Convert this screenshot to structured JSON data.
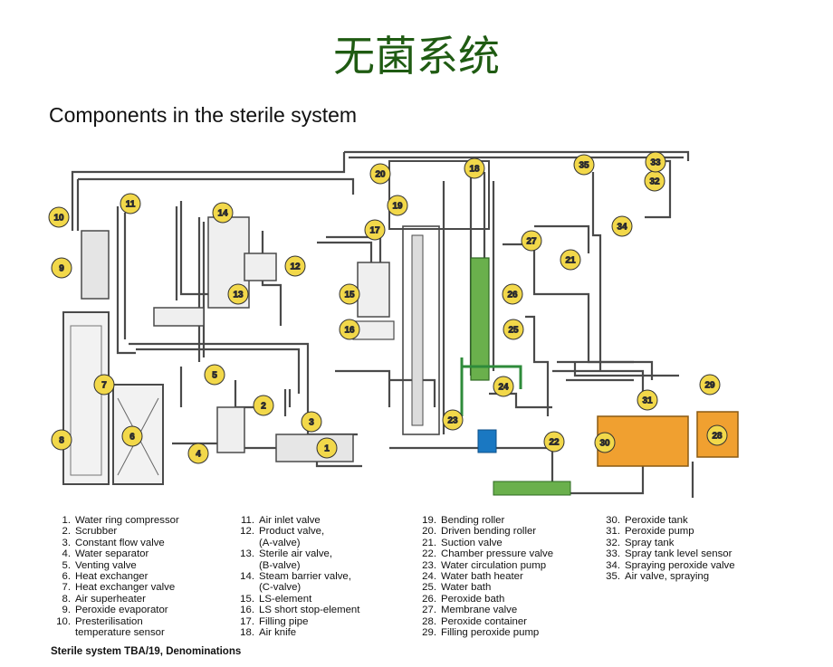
{
  "slide_title": "无菌系统",
  "subtitle": "Components in the sterile system",
  "caption": "Sterile system TBA/19, Denominations",
  "colors": {
    "badge_fill": "#f2d84a",
    "pipe": "#4a4a4a",
    "peroxide_bath": "#6ab04c",
    "peroxide_tank": "#f0a030",
    "water_bath": "#2e8b3a"
  },
  "components": [
    {
      "num": "1.",
      "lines": [
        "Water ring compressor"
      ]
    },
    {
      "num": "2.",
      "lines": [
        "Scrubber"
      ]
    },
    {
      "num": "3.",
      "lines": [
        "Constant flow valve"
      ]
    },
    {
      "num": "4.",
      "lines": [
        "Water separator"
      ]
    },
    {
      "num": "5.",
      "lines": [
        "Venting valve"
      ]
    },
    {
      "num": "6.",
      "lines": [
        "Heat exchanger"
      ]
    },
    {
      "num": "7.",
      "lines": [
        "Heat exchanger valve"
      ]
    },
    {
      "num": "8.",
      "lines": [
        "Air superheater"
      ]
    },
    {
      "num": "9.",
      "lines": [
        "Peroxide evaporator"
      ]
    },
    {
      "num": "10.",
      "lines": [
        "Presterilisation",
        "temperature sensor"
      ]
    },
    {
      "num": "11.",
      "lines": [
        "Air inlet valve"
      ]
    },
    {
      "num": "12.",
      "lines": [
        "Product valve,",
        "(A-valve)"
      ]
    },
    {
      "num": "13.",
      "lines": [
        "Sterile air valve,",
        "(B-valve)"
      ]
    },
    {
      "num": "14.",
      "lines": [
        "Steam barrier valve,",
        "(C-valve)"
      ]
    },
    {
      "num": "15.",
      "lines": [
        "LS-element"
      ]
    },
    {
      "num": "16.",
      "lines": [
        "LS short stop-element"
      ]
    },
    {
      "num": "17.",
      "lines": [
        "Filling pipe"
      ]
    },
    {
      "num": "18.",
      "lines": [
        "Air knife"
      ]
    },
    {
      "num": "19.",
      "lines": [
        "Bending roller"
      ]
    },
    {
      "num": "20.",
      "lines": [
        "Driven bending roller"
      ]
    },
    {
      "num": "21.",
      "lines": [
        "Suction valve"
      ]
    },
    {
      "num": "22.",
      "lines": [
        "Chamber pressure valve"
      ]
    },
    {
      "num": "23.",
      "lines": [
        "Water circulation pump"
      ]
    },
    {
      "num": "24.",
      "lines": [
        "Water bath heater"
      ]
    },
    {
      "num": "25.",
      "lines": [
        "Water bath"
      ]
    },
    {
      "num": "26.",
      "lines": [
        "Peroxide bath"
      ]
    },
    {
      "num": "27.",
      "lines": [
        "Membrane valve"
      ]
    },
    {
      "num": "28.",
      "lines": [
        "Peroxide container"
      ]
    },
    {
      "num": "29.",
      "lines": [
        "Filling peroxide pump"
      ]
    },
    {
      "num": "30.",
      "lines": [
        "Peroxide tank"
      ]
    },
    {
      "num": "31.",
      "lines": [
        "Peroxide pump"
      ]
    },
    {
      "num": "32.",
      "lines": [
        "Spray tank"
      ]
    },
    {
      "num": "33.",
      "lines": [
        "Spray tank level sensor"
      ]
    },
    {
      "num": "34.",
      "lines": [
        "Spraying peroxide valve"
      ]
    },
    {
      "num": "35.",
      "lines": [
        "Air valve, spraying"
      ]
    }
  ],
  "diagram_labels": [
    "1",
    "2",
    "3",
    "4",
    "5",
    "6",
    "7",
    "8",
    "9",
    "10",
    "11",
    "12",
    "13",
    "14",
    "15",
    "16",
    "17",
    "18",
    "19",
    "20",
    "21",
    "22",
    "23",
    "24",
    "25",
    "26",
    "27",
    "28",
    "29",
    "30",
    "31",
    "32",
    "33",
    "34",
    "35"
  ]
}
